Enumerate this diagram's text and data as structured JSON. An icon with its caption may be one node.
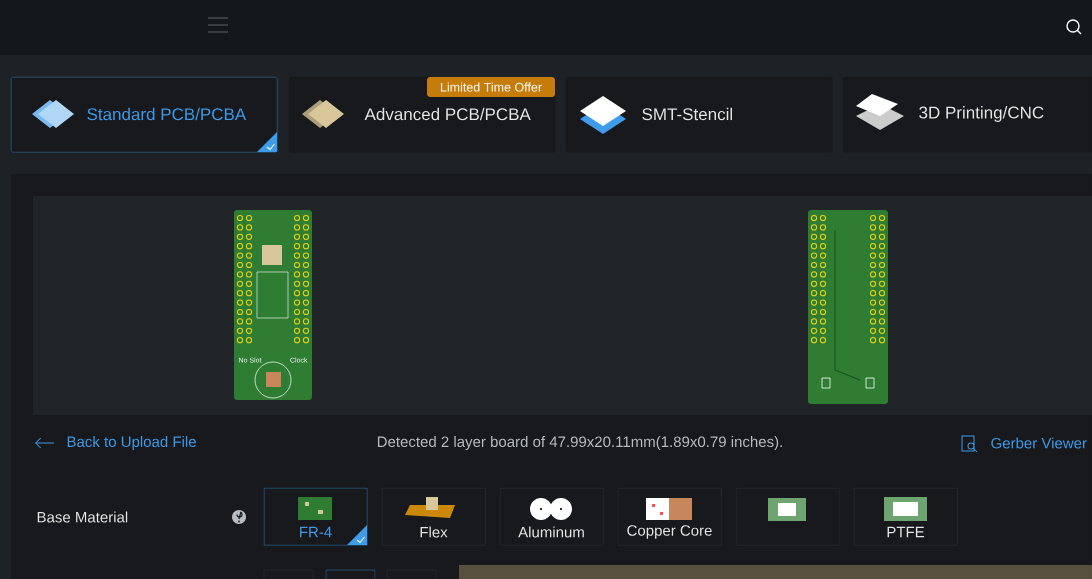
{
  "diagram": {
    "nodes": [
      {
        "text": [
          "Standard PCB/PCBA"
        ]
      },
      {
        "text": [
          "Limited Time Offer",
          "Advanced PCB/PCBA"
        ]
      },
      {
        "text": [
          "SMT-Stencil"
        ]
      },
      {
        "text": [
          "3D Printing/CNC"
        ]
      },
      {
        "text": [
          "FR-4"
        ]
      },
      {
        "text": [
          "Flex"
        ]
      },
      {
        "text": [
          "Aluminum"
        ]
      },
      {
        "text": [
          "Copper Core"
        ]
      },
      {
        "text": [],
        "shape": "box"
      },
      {
        "text": [
          "PTFE"
        ]
      }
    ],
    "labels": [
      "No Slot",
      "Clock",
      "Back to Upload File",
      "Detected 2 layer board of 47.99x20.11mm(1.89x0.79 inches).",
      "Gerber Viewer",
      "Base Material"
    ]
  }
}
